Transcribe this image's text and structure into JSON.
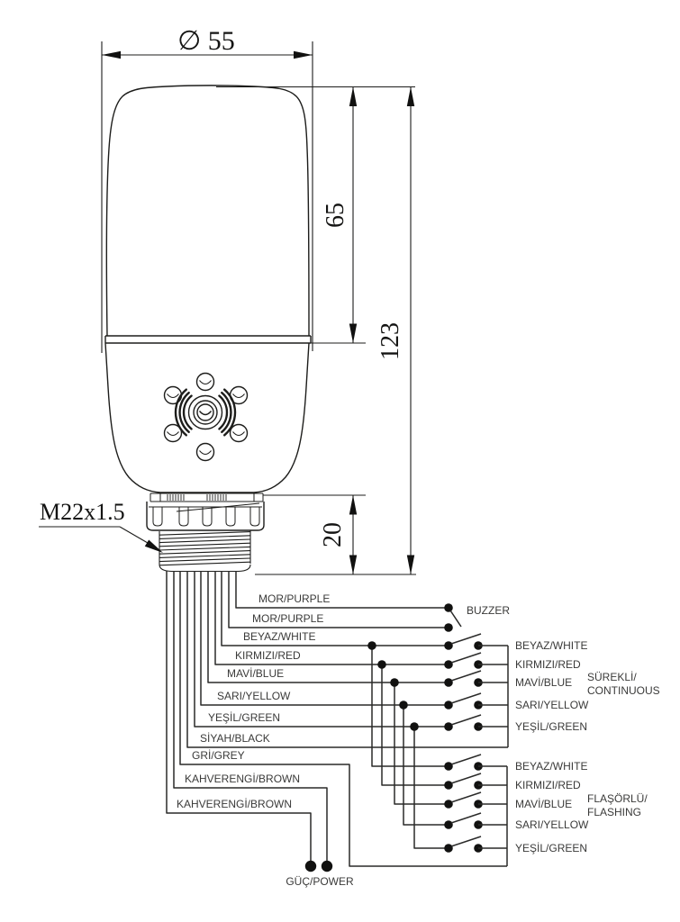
{
  "colors": {
    "line": "#1d1d1b",
    "text": "#3a3a39",
    "background": "#ffffff"
  },
  "dimensions": {
    "diameter": "∅ 55",
    "lens_height": "65",
    "total_height": "123",
    "thread_length": "20",
    "thread_spec": "M22x1.5"
  },
  "wires": [
    "MOR/PURPLE",
    "MOR/PURPLE",
    "BEYAZ/WHITE",
    "KIRMIZI/RED",
    "MAVİ/BLUE",
    "SARI/YELLOW",
    "YEŞİL/GREEN",
    "SİYAH/BLACK",
    "GRİ/GREY",
    "KAHVERENGİ/BROWN",
    "KAHVERENGİ/BROWN"
  ],
  "buzzer_label": "BUZZER",
  "continuous_group": {
    "title_line1": "SÜREKLİ/",
    "title_line2": "CONTINUOUS",
    "switches": [
      "BEYAZ/WHITE",
      "KIRMIZI/RED",
      "MAVİ/BLUE",
      "SARI/YELLOW",
      "YEŞİL/GREEN"
    ]
  },
  "flashing_group": {
    "title_line1": "FLAŞÖRLÜ/",
    "title_line2": "FLASHING",
    "switches": [
      "BEYAZ/WHITE",
      "KIRMIZI/RED",
      "MAVİ/BLUE",
      "SARI/YELLOW",
      "YEŞİL/GREEN"
    ]
  },
  "power_label": "GÜÇ/POWER"
}
